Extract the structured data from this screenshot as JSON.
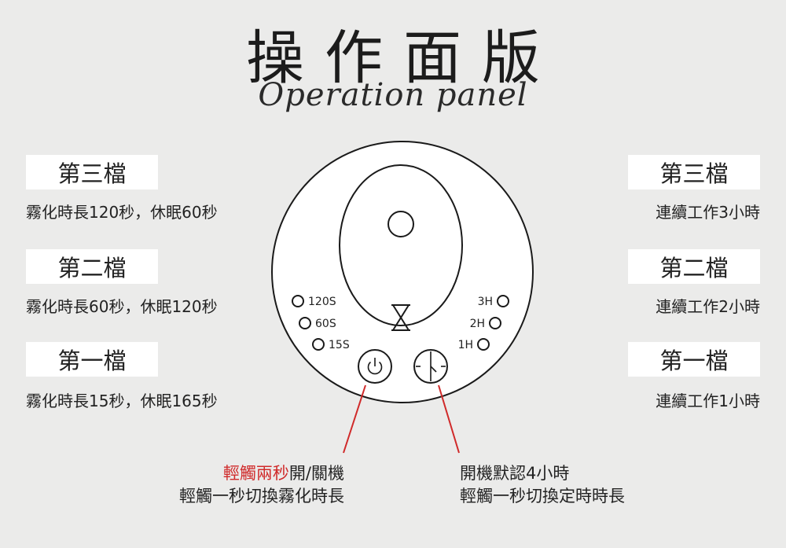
{
  "header": {
    "title": "操作面版",
    "subtitle": "Operation panel"
  },
  "mist_levels": [
    {
      "label": "第三檔",
      "desc": "霧化時長120秒，休眠60秒"
    },
    {
      "label": "第二檔",
      "desc": "霧化時長60秒，休眠120秒"
    },
    {
      "label": "第一檔",
      "desc": "霧化時長15秒，休眠165秒"
    }
  ],
  "timer_levels": [
    {
      "label": "第三檔",
      "desc": "連續工作3小時"
    },
    {
      "label": "第二檔",
      "desc": "連續工作2小時"
    },
    {
      "label": "第一檔",
      "desc": "連續工作1小時"
    }
  ],
  "panel": {
    "mist_indicators": [
      "120S",
      "60S",
      "15S"
    ],
    "timer_indicators": [
      "3H",
      "2H",
      "1H"
    ]
  },
  "notes": {
    "power_highlight": "輕觸兩秒",
    "power_line1_rest": "開/關機",
    "power_line2": "輕觸一秒切換霧化時長",
    "timer_line1": "開機默認4小時",
    "timer_line2": "輕觸一秒切換定時時長"
  },
  "colors": {
    "background": "#ebebea",
    "accent_red": "#d02a2a",
    "label_box": "#ffffff"
  }
}
